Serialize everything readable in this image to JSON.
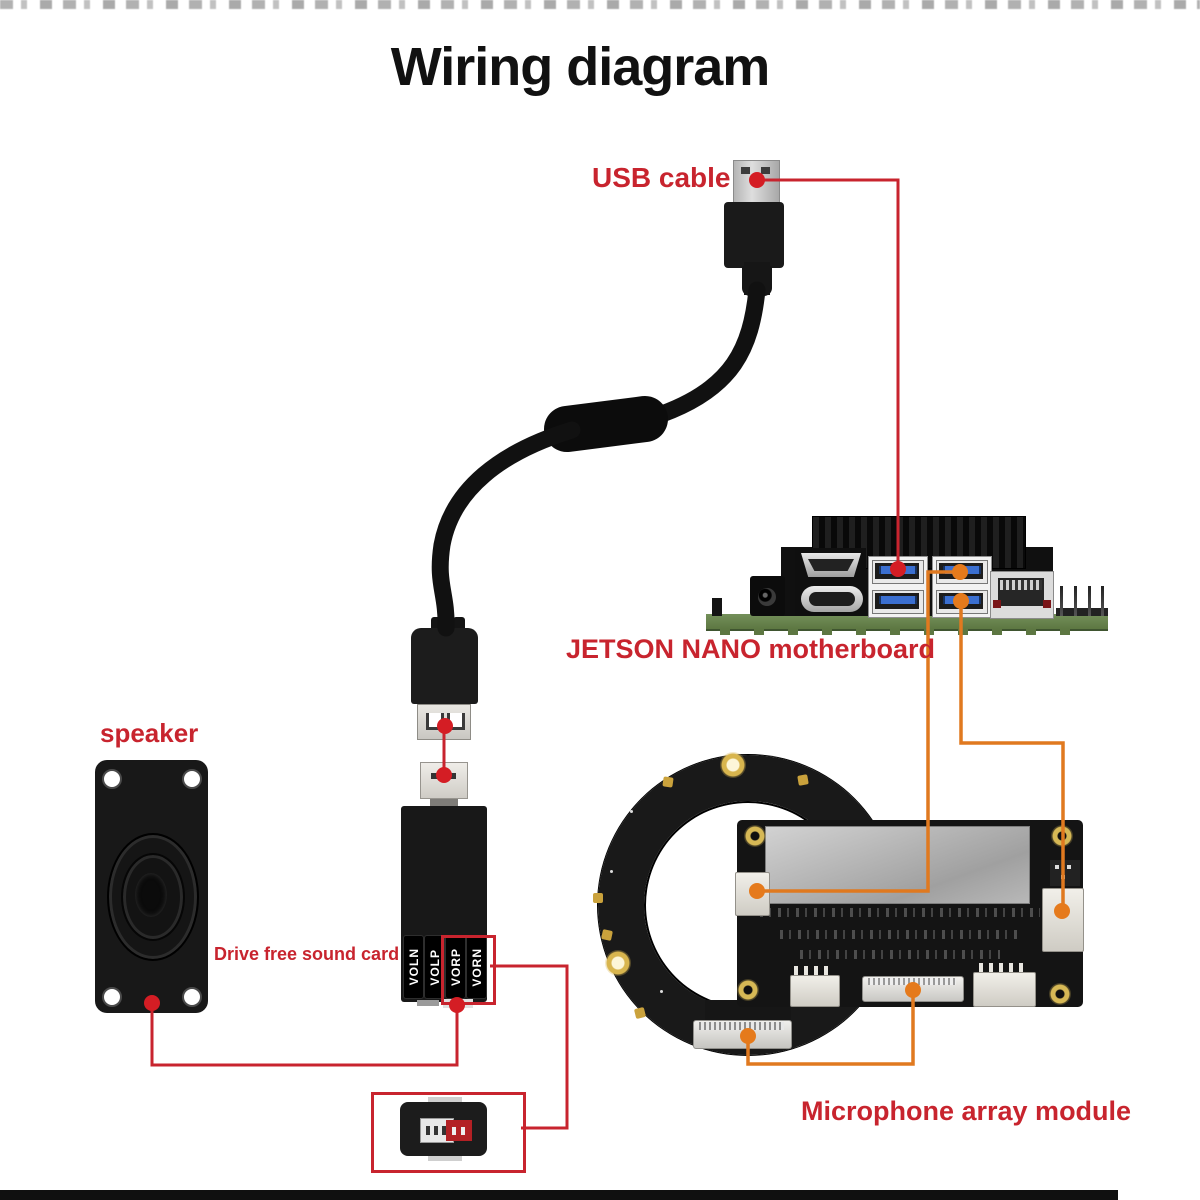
{
  "title": "Wiring diagram",
  "labels": {
    "usb_cable": "USB cable",
    "motherboard": "JETSON NANO motherboard",
    "speaker": "speaker",
    "sound_card": "Drive free sound card",
    "mic_module": "Microphone array module"
  },
  "sound_card": {
    "pin_labels": [
      "VOLN",
      "VOLP",
      "VORP",
      "VORN"
    ],
    "highlighted_pins": [
      "VORP",
      "VORN"
    ]
  },
  "colors": {
    "label_red": "#c8242e",
    "line_red": "#c8242e",
    "dot_red": "#d41d24",
    "line_orange": "#e0791f",
    "usb_blue": "#3b6fd0",
    "pcb_green": "#66834d",
    "title_black": "#111111"
  },
  "connections": [
    {
      "from": "usb-cable-plug",
      "to": "motherboard-usb-port-top-left",
      "color": "red"
    },
    {
      "from": "usb-cable-female-connector",
      "to": "sound-card-usb-plug",
      "color": "red"
    },
    {
      "from": "motherboard-usb-port-top-right",
      "to": "mic-module-left-connector",
      "color": "orange"
    },
    {
      "from": "motherboard-usb-port-bottom-right",
      "to": "mic-module-right-connector",
      "color": "orange"
    },
    {
      "from": "mic-ring-ffc-connector",
      "to": "mic-module-ffc-connector",
      "color": "orange"
    },
    {
      "from": "speaker-terminal",
      "to": "sound-card-speaker-output",
      "color": "red"
    },
    {
      "from": "sound-card-pins-vorp-vorn",
      "to": "speaker-plug-detail",
      "color": "red"
    }
  ]
}
